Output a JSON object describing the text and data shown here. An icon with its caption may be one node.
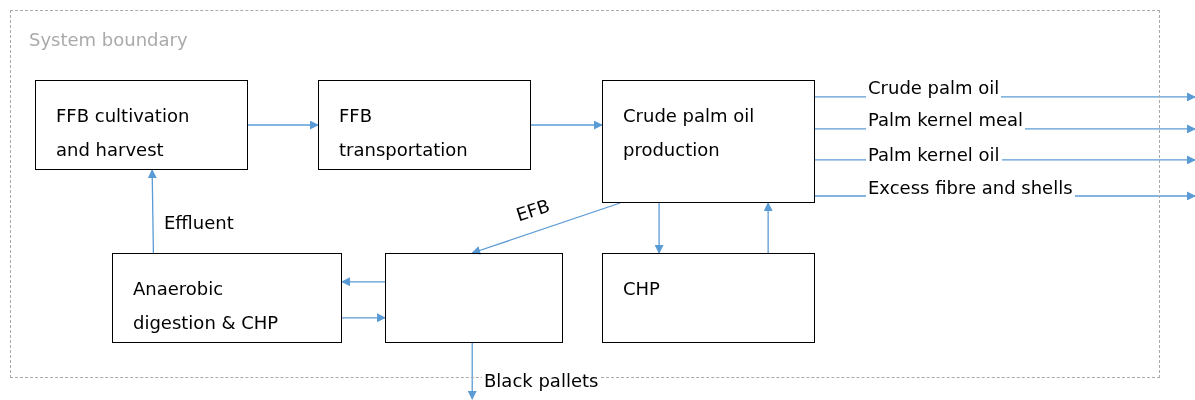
{
  "diagram": {
    "nodes": [
      {
        "text": [
          "System boundary"
        ]
      },
      {
        "text": [
          "FFB cultivation and harvest"
        ],
        "in": 0
      },
      {
        "text": [
          "FFB transportation"
        ],
        "in": 0
      },
      {
        "text": [
          "Crude palm oil production"
        ],
        "in": 0
      },
      {
        "text": [
          "Anaerobic digestion & CHP"
        ],
        "in": 0
      },
      {
        "text": [],
        "shape": "box",
        "in": 0
      },
      {
        "text": [
          "CHP"
        ],
        "in": 0
      }
    ],
    "edges": [
      {
        "from": 1,
        "to": 2,
        "arrow": "to"
      },
      {
        "from": 2,
        "to": 3,
        "arrow": "to"
      },
      {
        "from": 3,
        "to": 5,
        "arrow": "to",
        "label": "EFB"
      },
      {
        "from": 3,
        "to": 6,
        "arrow": "to"
      },
      {
        "from": 6,
        "to": 3,
        "arrow": "to"
      },
      {
        "from": 5,
        "to": 4,
        "arrow": "to"
      },
      {
        "from": 4,
        "to": 5,
        "arrow": "to"
      },
      {
        "from": 4,
        "to": 1,
        "arrow": "to",
        "label": "Effluent"
      },
      {
        "from": 3,
        "to": null,
        "arrow": "to",
        "label": "Crude palm oil"
      },
      {
        "from": 3,
        "to": null,
        "arrow": "to",
        "label": "Palm kernel meal"
      },
      {
        "from": 3,
        "to": null,
        "arrow": "to",
        "label": "Palm kernel oil"
      },
      {
        "from": 3,
        "to": null,
        "arrow": "to",
        "label": "Excess fibre and shells"
      },
      {
        "from": 5,
        "to": null,
        "arrow": "to",
        "label": "Black pallets"
      }
    ]
  }
}
